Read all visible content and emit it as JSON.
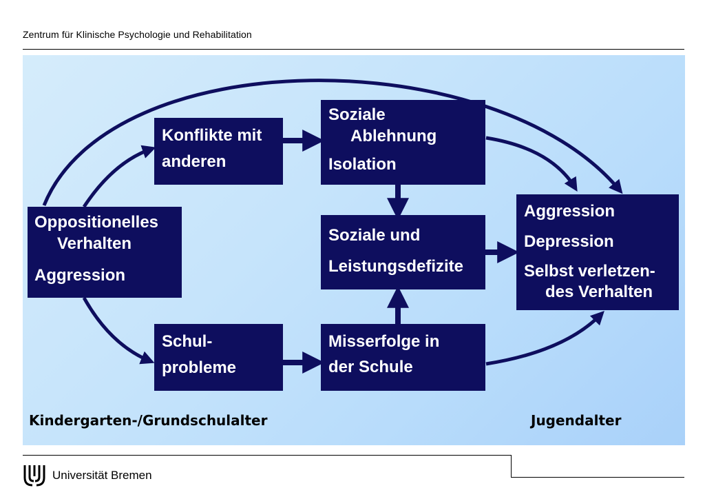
{
  "header": {
    "title": "Zentrum für Klinische Psychologie und Rehabilitation"
  },
  "colors": {
    "box": "#0e0e5e",
    "arrow": "#0e0e5e",
    "panel": "#c6e4fb"
  },
  "boxes": {
    "oppositionell": {
      "line1": "Oppositionelles",
      "line2": "Verhalten",
      "line3": "Aggression"
    },
    "konflikte": {
      "line1": "Konflikte mit",
      "line2": "anderen"
    },
    "schulprobleme": {
      "line1": "Schul-",
      "line2": "probleme"
    },
    "ablehnung": {
      "line1": "Soziale",
      "line2": "Ablehnung",
      "line3": "Isolation"
    },
    "defizite": {
      "line1": "Soziale und",
      "line2": "Leistungsdefizite"
    },
    "misserfolge": {
      "line1": "Misserfolge in",
      "line2": "der Schule"
    },
    "outcome": {
      "line1": "Aggression",
      "line2": "Depression",
      "line3": "Selbst verletzen-",
      "line4": "des Verhalten"
    }
  },
  "labels": {
    "age_left": "Kindergarten-/Grundschulalter",
    "age_right": "Jugendalter"
  },
  "footer": {
    "university": "Universität Bremen",
    "logo_icon": "uni-bremen-logo-icon"
  }
}
